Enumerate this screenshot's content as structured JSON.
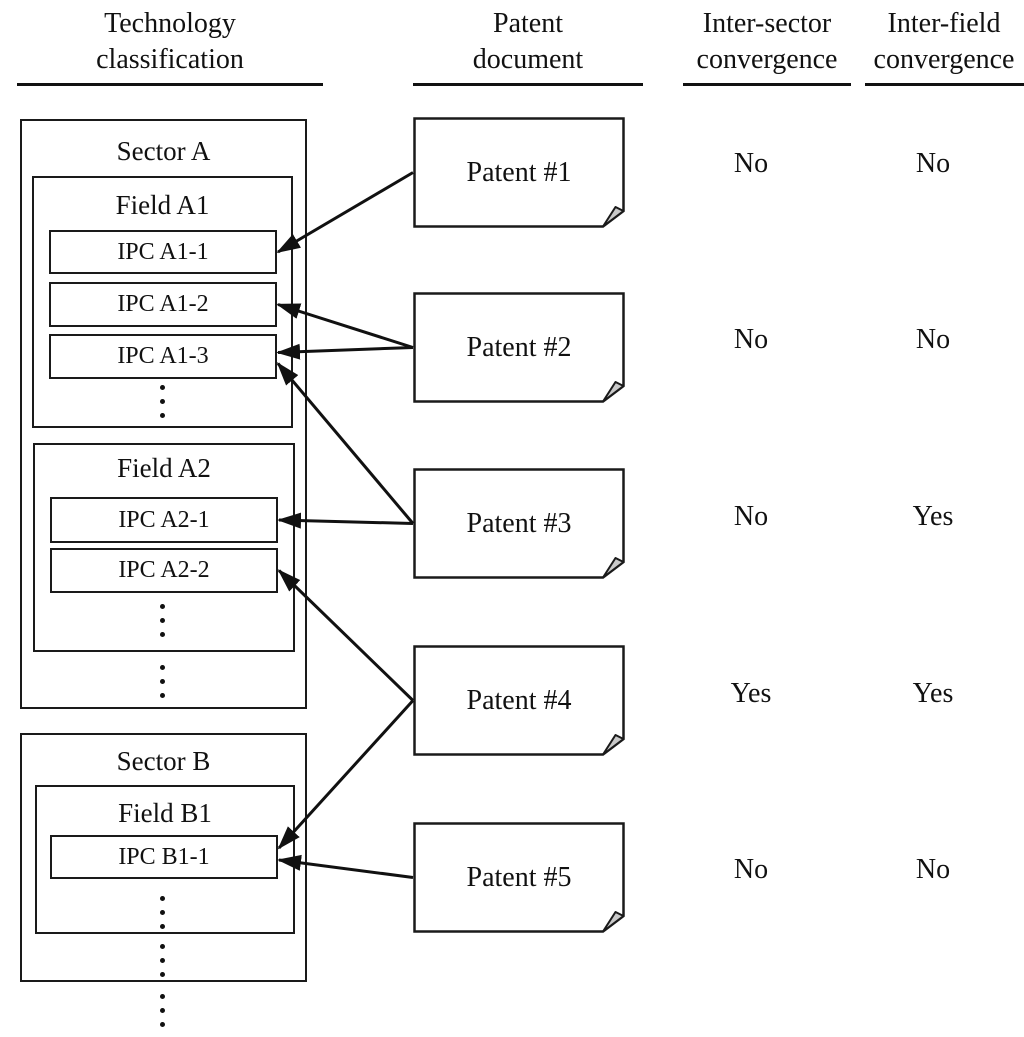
{
  "headers": {
    "technology": {
      "line1": "Technology",
      "line2": "classification"
    },
    "patent": {
      "line1": "Patent",
      "line2": "document"
    },
    "inter_sector": {
      "line1": "Inter-sector",
      "line2": "convergence"
    },
    "inter_field": {
      "line1": "Inter-field",
      "line2": "convergence"
    }
  },
  "classification": {
    "sectors": [
      {
        "label": "Sector A",
        "has_more": true,
        "fields": [
          {
            "label": "Field A1",
            "ipcs": [
              "IPC A1-1",
              "IPC A1-2",
              "IPC A1-3"
            ],
            "has_more": true
          },
          {
            "label": "Field A2",
            "ipcs": [
              "IPC A2-1",
              "IPC A2-2"
            ],
            "has_more": true
          }
        ]
      },
      {
        "label": "Sector B",
        "has_more": true,
        "fields": [
          {
            "label": "Field B1",
            "ipcs": [
              "IPC B1-1"
            ],
            "has_more": true
          }
        ]
      }
    ],
    "has_more_sectors": true
  },
  "patents": [
    {
      "id": "patent-1",
      "label": "Patent #1",
      "inter_sector": "No",
      "inter_field": "No"
    },
    {
      "id": "patent-2",
      "label": "Patent #2",
      "inter_sector": "No",
      "inter_field": "No"
    },
    {
      "id": "patent-3",
      "label": "Patent #3",
      "inter_sector": "No",
      "inter_field": "Yes"
    },
    {
      "id": "patent-4",
      "label": "Patent #4",
      "inter_sector": "Yes",
      "inter_field": "Yes"
    },
    {
      "id": "patent-5",
      "label": "Patent #5",
      "inter_sector": "No",
      "inter_field": "No"
    }
  ],
  "links": [
    {
      "from": "patent-1",
      "to": "ipc-a1-1"
    },
    {
      "from": "patent-2",
      "to": "ipc-a1-2"
    },
    {
      "from": "patent-2",
      "to": "ipc-a1-3"
    },
    {
      "from": "patent-3",
      "to": "ipc-a1-3"
    },
    {
      "from": "patent-3",
      "to": "ipc-a2-1"
    },
    {
      "from": "patent-4",
      "to": "ipc-a2-2"
    },
    {
      "from": "patent-4",
      "to": "ipc-b1-1"
    },
    {
      "from": "patent-5",
      "to": "ipc-b1-1"
    }
  ],
  "colors": {
    "line": "#111111",
    "fold": "#c9c9c9",
    "background": "#ffffff"
  }
}
